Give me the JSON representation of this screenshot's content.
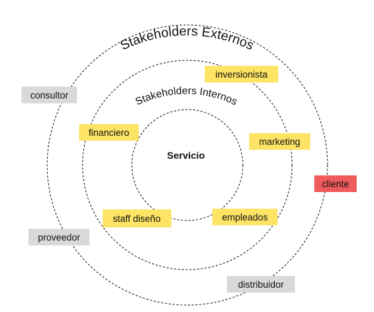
{
  "diagram": {
    "outer_ring_label": "Stakeholders Externos",
    "inner_ring_label": "Stakeholders Internos",
    "center_label": "Servicio",
    "colors": {
      "internal_note": "#fde465",
      "external_note": "#d9d9d9",
      "highlight_note": "#f05b5b",
      "ring_stroke": "#222222",
      "text": "#111111"
    },
    "internal_stakeholders": [
      {
        "label": "inversionista",
        "type": "internal"
      },
      {
        "label": "financiero",
        "type": "internal"
      },
      {
        "label": "marketing",
        "type": "internal"
      },
      {
        "label": "staff diseño",
        "type": "internal"
      },
      {
        "label": "empleados",
        "type": "internal"
      }
    ],
    "external_stakeholders": [
      {
        "label": "consultor",
        "type": "external"
      },
      {
        "label": "cliente",
        "type": "highlight"
      },
      {
        "label": "proveedor",
        "type": "external"
      },
      {
        "label": "distribuidor",
        "type": "external"
      }
    ]
  }
}
